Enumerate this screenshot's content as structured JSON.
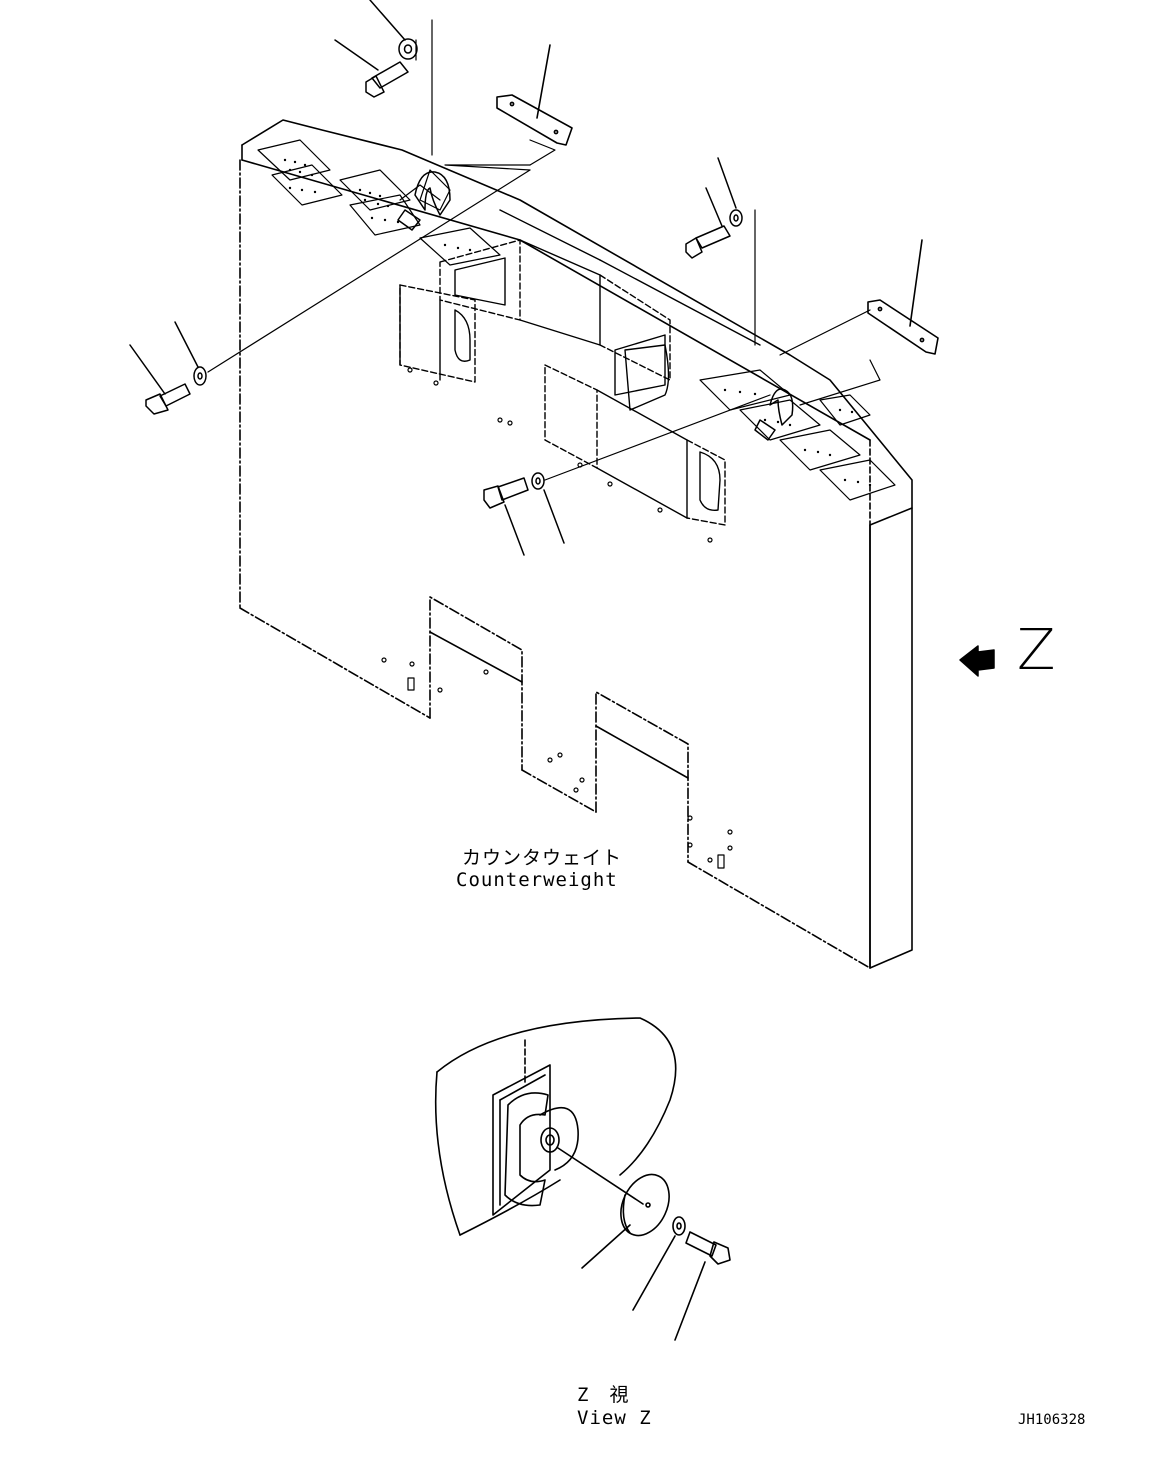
{
  "labels": {
    "counterweight_jp": "カウンタウェイト",
    "counterweight_en": "Counterweight",
    "view_jp": "Z　視",
    "view_en": "View Z",
    "view_direction_letter": "Z",
    "drawing_code": "JH106328"
  },
  "colors": {
    "line": "#000000",
    "background": "#ffffff"
  }
}
